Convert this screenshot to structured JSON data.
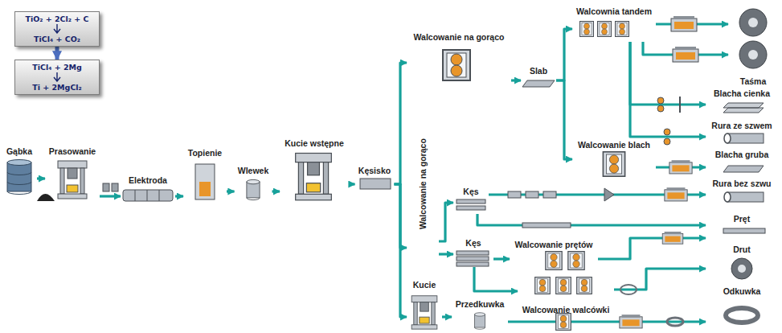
{
  "diagram": {
    "nodes": [
      {
        "text": [
          "TiO₂ + 2Cl₂ + C",
          "TiCl₄ + CO₂"
        ]
      },
      {
        "text": [
          "TiCl₄ + 2Mg",
          "Ti + 2MgCl₂"
        ]
      },
      {
        "text": [
          "Gąbka"
        ]
      },
      {
        "text": [
          "Prasowanie"
        ]
      },
      {
        "text": [
          "Elektroda"
        ]
      },
      {
        "text": [
          "Topienie"
        ]
      },
      {
        "text": [
          "Wlewek"
        ]
      },
      {
        "text": [
          "Kucie wstępne"
        ]
      },
      {
        "text": [
          "Kęsisko"
        ]
      },
      {
        "text": [
          "Walcowanie na gorąco"
        ]
      },
      {
        "text": [
          "Slab"
        ]
      },
      {
        "text": [
          "Walcownia tandem"
        ]
      },
      {
        "text": [
          "Walcowanie na gorąco"
        ]
      },
      {
        "text": [
          "Walcowanie blach"
        ]
      },
      {
        "text": [
          "Kęs"
        ]
      },
      {
        "text": [
          "Kęs"
        ]
      },
      {
        "text": [
          "Walcowanie prętów"
        ]
      },
      {
        "text": [
          "Walcowanie walcówki"
        ]
      },
      {
        "text": [
          "Kucie"
        ]
      },
      {
        "text": [
          "Przedkuwka"
        ]
      },
      {
        "text": [
          "Taśma"
        ]
      },
      {
        "text": [
          "Blacha cienka"
        ]
      },
      {
        "text": [
          "Rura ze szwem"
        ]
      },
      {
        "text": [
          "Blacha gruba"
        ]
      },
      {
        "text": [
          "Rura bez szwu"
        ]
      },
      {
        "text": [
          "Pręt"
        ]
      },
      {
        "text": [
          "Drut"
        ]
      },
      {
        "text": [
          "Odkuwka"
        ]
      }
    ],
    "edges": [
      {
        "from": 0,
        "to": 1,
        "arrow": "to"
      },
      {
        "from": 2,
        "to": 3,
        "arrow": "to"
      },
      {
        "from": 3,
        "to": 4,
        "arrow": "to"
      },
      {
        "from": 4,
        "to": 5,
        "arrow": "to"
      },
      {
        "from": 5,
        "to": 6,
        "arrow": "to"
      },
      {
        "from": 6,
        "to": 7,
        "arrow": "to"
      },
      {
        "from": 7,
        "to": 8,
        "arrow": "to"
      },
      {
        "from": 8,
        "to": 9,
        "arrow": "to"
      },
      {
        "from": 8,
        "to": 12,
        "arrow": "to"
      },
      {
        "from": 8,
        "to": 18,
        "arrow": "to"
      },
      {
        "from": 9,
        "to": 10,
        "arrow": "to"
      },
      {
        "from": 10,
        "to": 11,
        "arrow": "to"
      },
      {
        "from": 10,
        "to": 13,
        "arrow": "to"
      },
      {
        "from": 11,
        "to": 20,
        "arrow": "to"
      },
      {
        "from": 11,
        "to": 20,
        "arrow": "to"
      },
      {
        "from": 11,
        "to": 21,
        "arrow": "to"
      },
      {
        "from": 11,
        "to": 22,
        "arrow": "to"
      },
      {
        "from": 13,
        "to": 23,
        "arrow": "to"
      },
      {
        "from": 12,
        "to": 14,
        "arrow": "to"
      },
      {
        "from": 12,
        "to": 15,
        "arrow": "to"
      },
      {
        "from": 14,
        "to": 24,
        "arrow": "to"
      },
      {
        "from": 14,
        "to": 25,
        "arrow": "to"
      },
      {
        "from": 15,
        "to": 16,
        "arrow": "to"
      },
      {
        "from": 16,
        "to": 25,
        "arrow": "to"
      },
      {
        "from": 15,
        "to": 17,
        "arrow": "to"
      },
      {
        "from": 17,
        "to": 26,
        "arrow": "to"
      },
      {
        "from": 18,
        "to": 19,
        "arrow": "to"
      },
      {
        "from": 19,
        "to": 27,
        "arrow": "to"
      }
    ]
  }
}
